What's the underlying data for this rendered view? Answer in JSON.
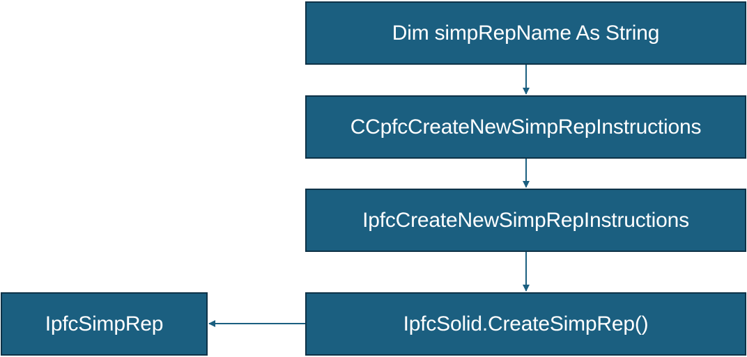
{
  "nodes": {
    "dim": "Dim simpRepName As String",
    "ccpfc_instructions": "CCpfcCreateNewSimpRepInstructions",
    "ipfc_instructions": "IpfcCreateNewSimpRepInstructions",
    "create_simprep": "IpfcSolid.CreateSimpRep()",
    "ipfc_simprep": "IpfcSimpRep"
  },
  "colors": {
    "box_fill": "#1b5f80",
    "box_border": "#0e3247",
    "box_text": "#ffffff",
    "connector": "#1b5f80"
  }
}
